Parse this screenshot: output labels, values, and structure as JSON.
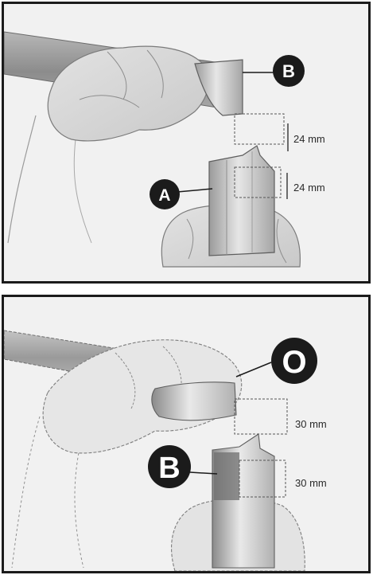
{
  "top_panel": {
    "callouts": [
      {
        "id": "B",
        "label": "B"
      },
      {
        "id": "A",
        "label": "A"
      }
    ],
    "dimensions": [
      {
        "label": "24 mm"
      },
      {
        "label": "24 mm"
      }
    ]
  },
  "bottom_panel": {
    "callouts": [
      {
        "id": "O",
        "label": "O"
      },
      {
        "id": "B",
        "label": "B"
      }
    ],
    "dimensions": [
      {
        "label": "30 mm"
      },
      {
        "label": "30 mm"
      }
    ]
  },
  "colors": {
    "frame": "#1b1b1b",
    "badge": "#1b1b1b",
    "badge_text": "#ffffff",
    "panel_bg": "#f1f1f1",
    "metal_light": "#d8d8d8",
    "metal_dark": "#7d7d7d",
    "rod": "#9a9a9a"
  }
}
